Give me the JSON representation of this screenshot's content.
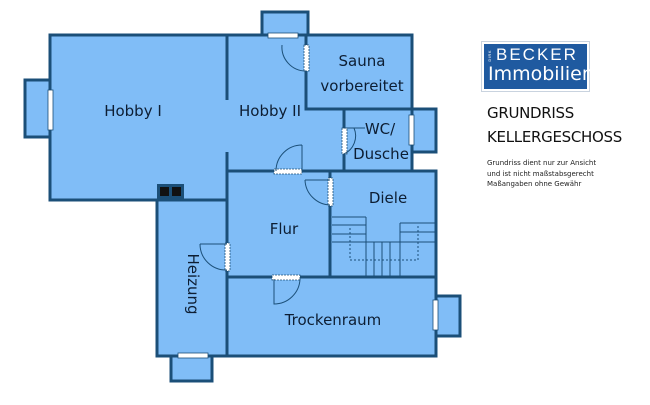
{
  "logo": {
    "small": "DIRK",
    "line1": "BECKER",
    "line2": "Immobilien",
    "color": "#1f5aa0"
  },
  "title": {
    "line1": "GRUNDRISS",
    "line2": "KELLERGESCHOSS"
  },
  "note": {
    "line1": "Grundriss dient nur zur Ansicht",
    "line2": "und  ist nicht maßstabsgerecht",
    "line3": "Maßangaben ohne Gewähr"
  },
  "rooms": {
    "hobby1": "Hobby I",
    "hobby2": "Hobby II",
    "sauna1": "Sauna",
    "sauna2": "vorbereitet",
    "wc1": "WC/",
    "wc2": "Dusche",
    "diele": "Diele",
    "flur": "Flur",
    "heizung": "Heizung",
    "trockenraum": "Trockenraum"
  },
  "colors": {
    "floor": "#80bdf7",
    "wall": "#1b4f78"
  }
}
